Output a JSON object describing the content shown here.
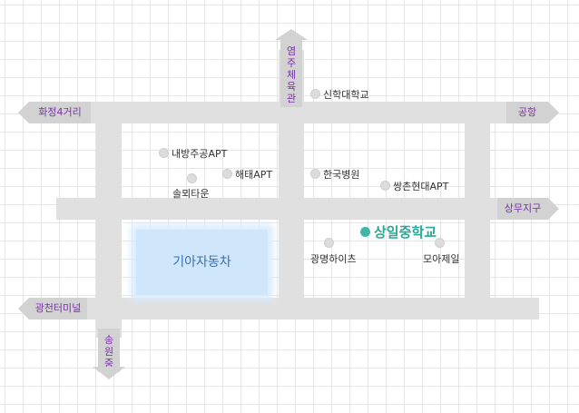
{
  "directions": {
    "left_top": "화정4거리",
    "right_top": "공항",
    "top": "염주체육관",
    "right_mid": "상무지구",
    "left_bottom": "광천터미널",
    "bottom": "송원중"
  },
  "places": {
    "shinhak_univ": "신학대학교",
    "naebang_apt": "내방주공APT",
    "haetae_apt": "해태APT",
    "solmoe_town": "솔뫼타운",
    "korea_hospital": "한국병원",
    "ssangchon_apt": "쌍촌현대APT",
    "sangil_school": "상일중학교",
    "gwangmyeong_heights": "광명하이츠",
    "moajeil": "모아제일",
    "kia_motors": "기아자동차"
  },
  "colors": {
    "label": "#7b2fa8",
    "highlight": "#2aa796",
    "road": "#e0e0e0",
    "arrow": "#d2d2d2"
  }
}
